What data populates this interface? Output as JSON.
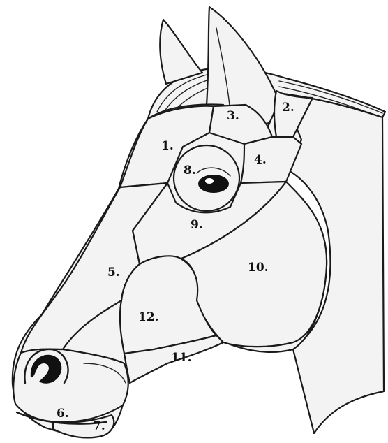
{
  "labels": [
    {
      "id": "1",
      "text": "1."
    },
    {
      "id": "2",
      "text": "2."
    },
    {
      "id": "3",
      "text": "3."
    },
    {
      "id": "4",
      "text": "4."
    },
    {
      "id": "5",
      "text": "5."
    },
    {
      "id": "6",
      "text": "6."
    },
    {
      "id": "7",
      "text": "7."
    },
    {
      "id": "8",
      "text": "8."
    },
    {
      "id": "9",
      "text": "9."
    },
    {
      "id": "10",
      "text": "10."
    },
    {
      "id": "11",
      "text": "11."
    },
    {
      "id": "12",
      "text": "12."
    }
  ],
  "colors": {
    "ink": "#1a1a1a",
    "fill": "#f3f3f3",
    "background": "#ffffff"
  }
}
